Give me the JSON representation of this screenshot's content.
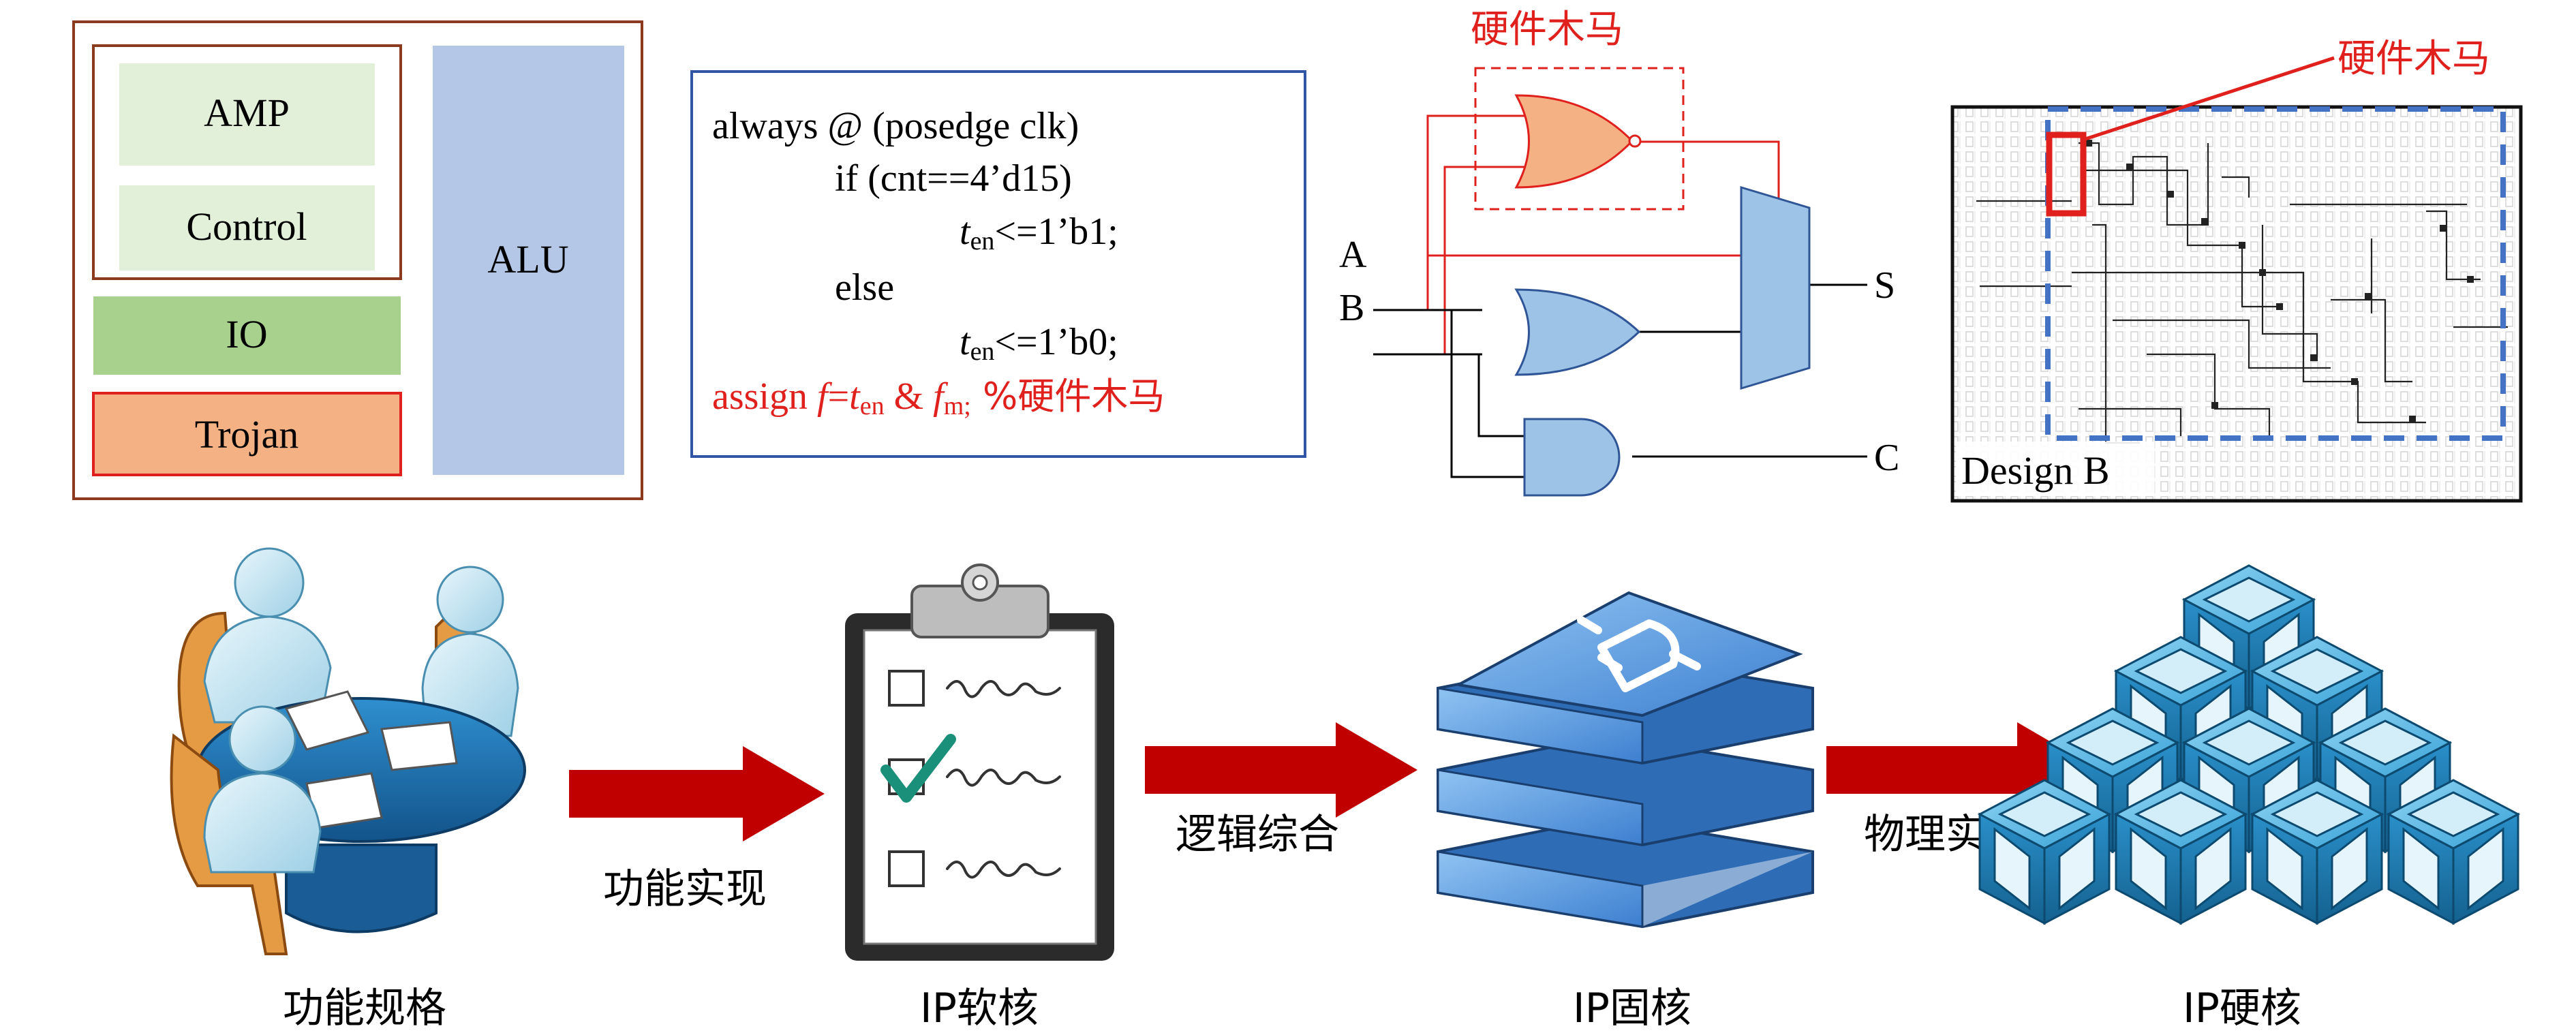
{
  "colors": {
    "trojan_red": "#e0201c",
    "block_green_light": "#e2efd9",
    "block_green": "#a9d18e",
    "block_orange": "#f4b183",
    "block_blue": "#b4c7e7",
    "gate_blue": "#9dc3e6",
    "arrow_red": "#c00000",
    "frame_brown": "#8b3a1e",
    "code_border": "#2f55a4"
  },
  "floorplan": {
    "amp": "AMP",
    "control": "Control",
    "io": "IO",
    "trojan": "Trojan",
    "alu": "ALU"
  },
  "code": {
    "line1": "always @ (posedge clk)",
    "line2": "if (cnt==4’d15)",
    "line3_var": "t",
    "line3_sub": "en",
    "line3_rest": "<=1’b1;",
    "line4": "else",
    "line5_var": "t",
    "line5_sub": "en",
    "line5_rest": "<=1’b0;",
    "line6_assign": "assign ",
    "line6_f": "f",
    "line6_eq": "=",
    "line6_t": "t",
    "line6_tsub": "en",
    "line6_and": " & ",
    "line6_fm": "f",
    "line6_fmsub": "m;",
    "line6_comment": " %硬件木马"
  },
  "circuit": {
    "trojan_label": "硬件木马",
    "input_a": "A",
    "input_b": "B",
    "output_s": "S",
    "output_c": "C"
  },
  "layout_image": {
    "trojan_label": "硬件木马",
    "design_label": "Design B"
  },
  "flow": {
    "stages": [
      {
        "label": "功能规格",
        "icon": "meeting-icon"
      },
      {
        "label": "IP软核",
        "icon": "clipboard-checklist-icon"
      },
      {
        "label": "IP固核",
        "icon": "book-stack-icon"
      },
      {
        "label": "IP硬核",
        "icon": "cube-stack-icon"
      }
    ],
    "steps": [
      {
        "label": "功能实现"
      },
      {
        "label": "逻辑综合"
      },
      {
        "label": "物理实现"
      }
    ]
  }
}
